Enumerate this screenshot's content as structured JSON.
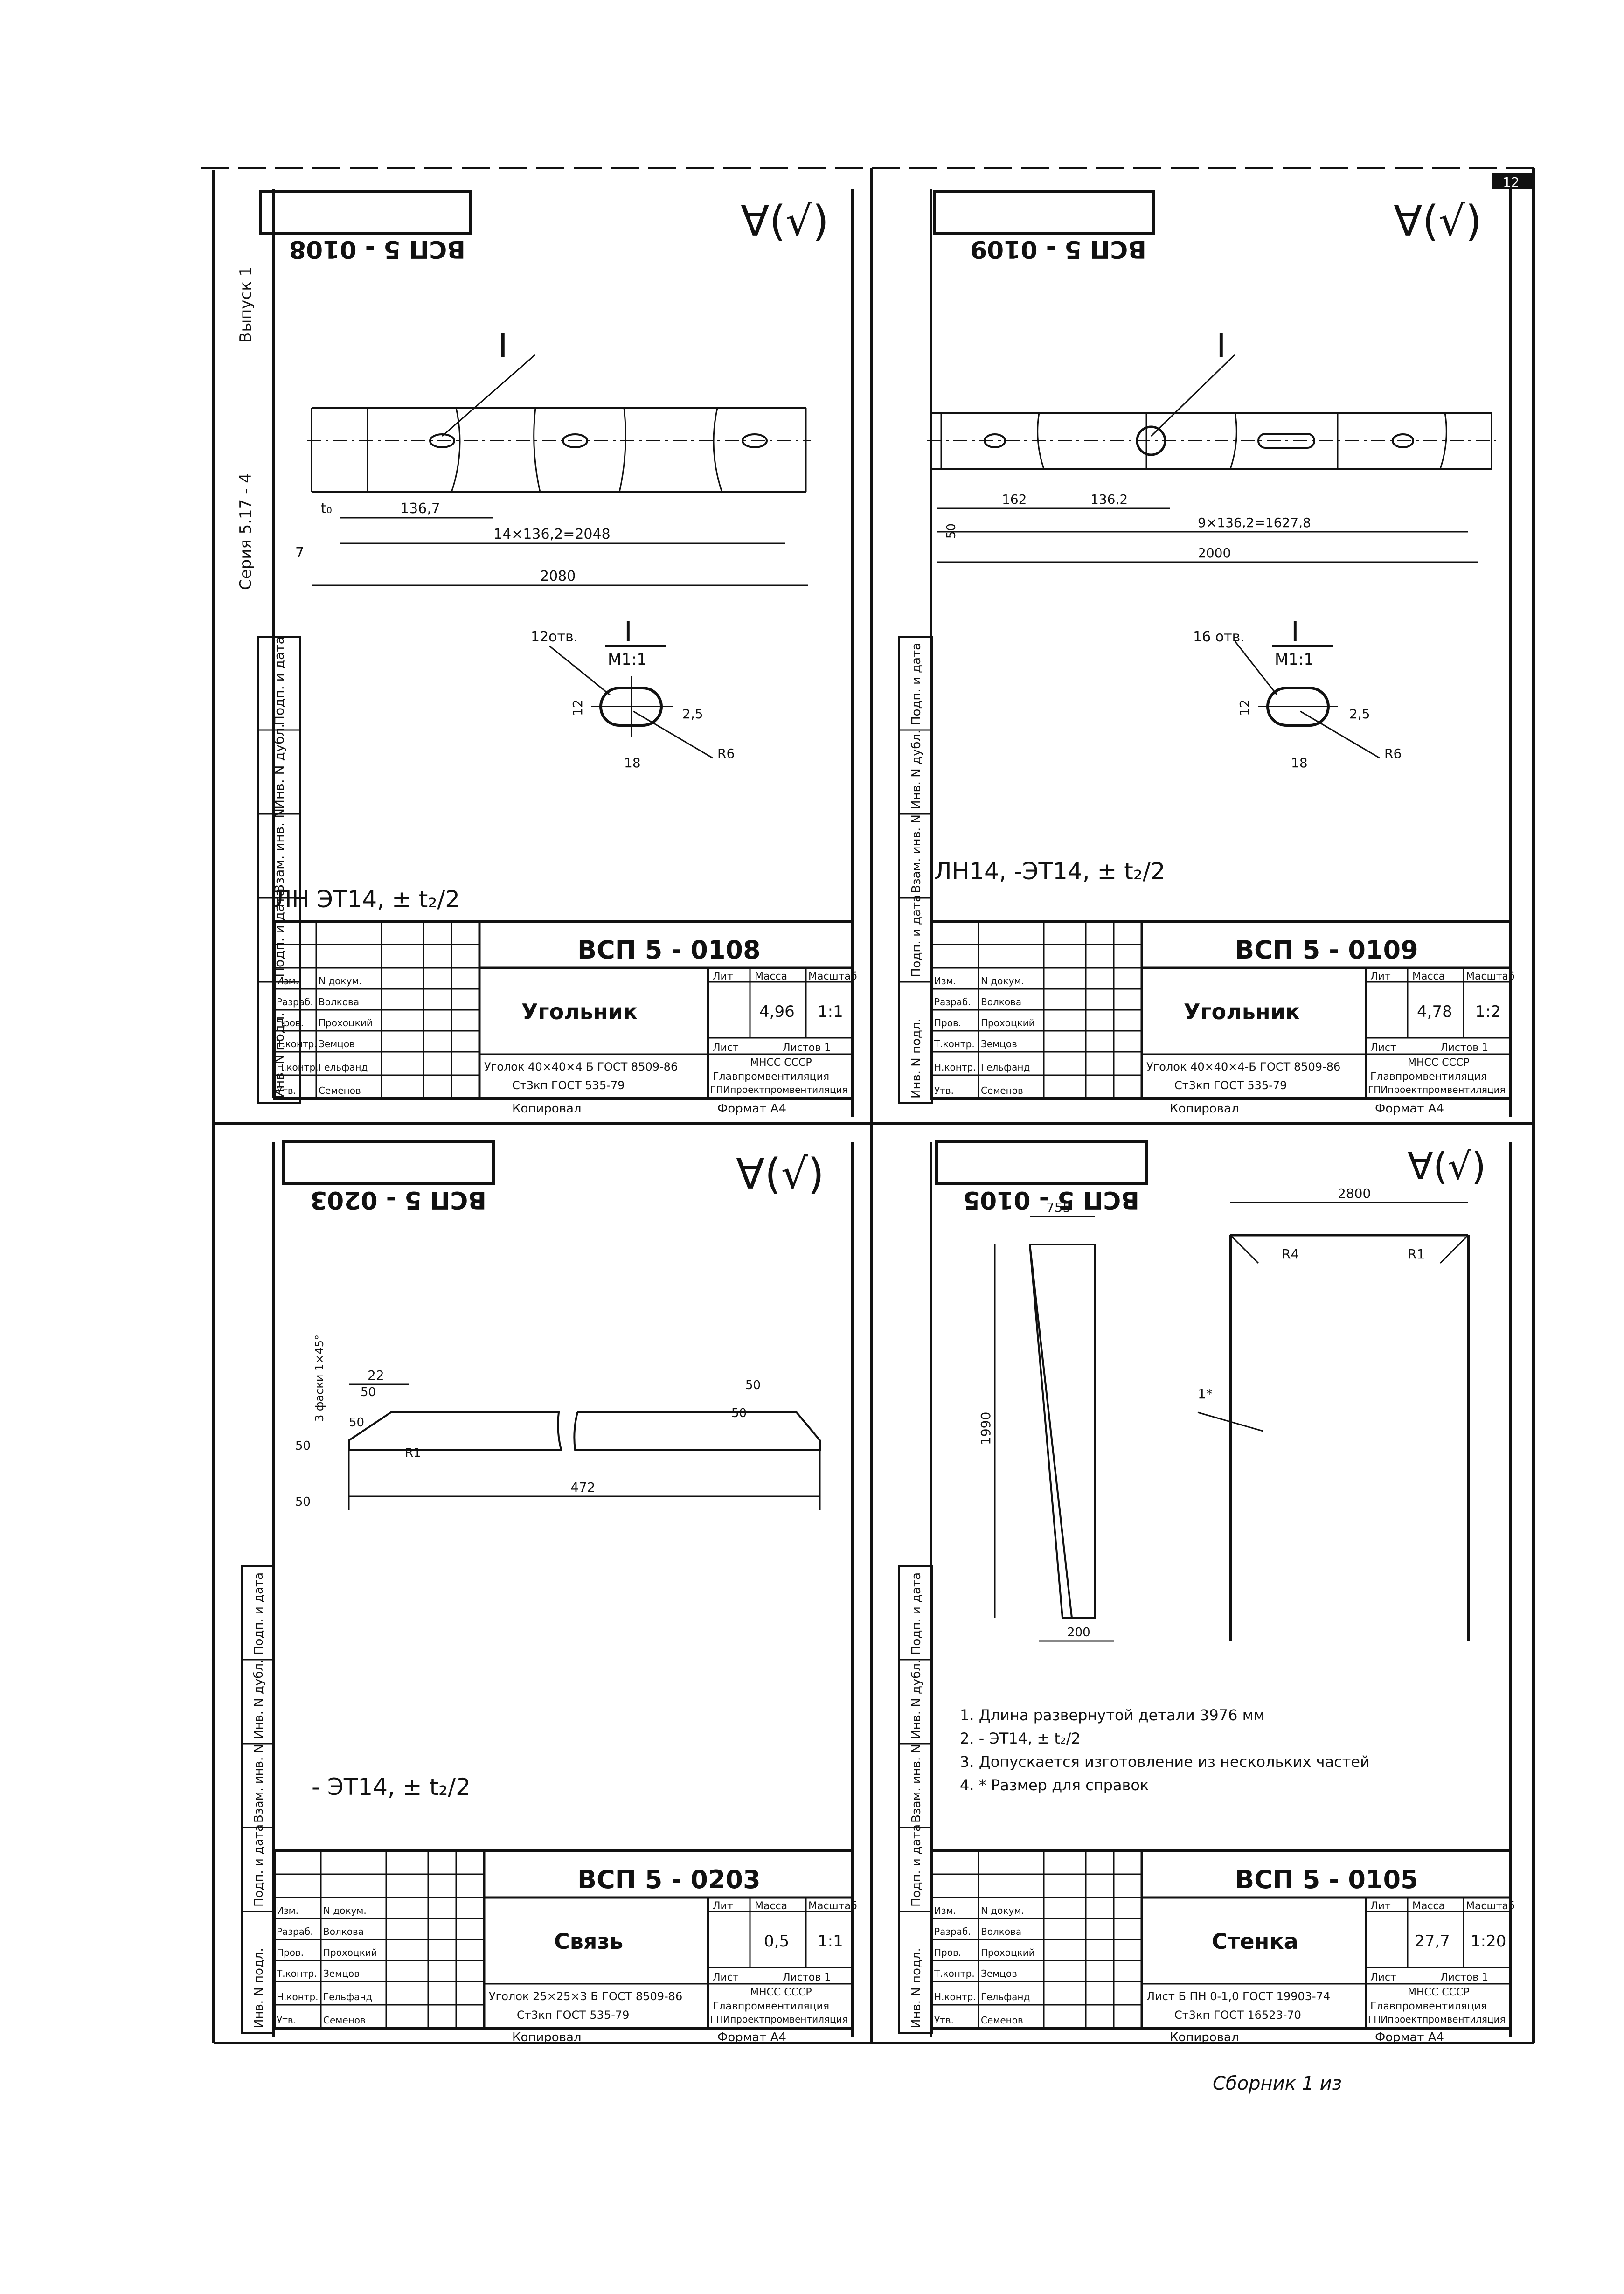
{
  "corner_mark": "12",
  "signature": "Сборник 1 из",
  "colors": {
    "ink": "#111111",
    "paper": "#ffffff"
  },
  "sheets": [
    {
      "stamp_code": "ВСП 5 - 0108",
      "mirror_code": "ВСП 5 - 0108",
      "roughness": "∀(√)",
      "side_note_1": "Серия 5.17 - 4",
      "side_note_2": "Выпуск 1",
      "left_strip": [
        "Инв. N подл.",
        "Подп. и дата",
        "Взам. инв. N",
        "Инв. N дубл.",
        "Подп. и дата"
      ],
      "drawing": {
        "section_mark": "I",
        "detail_title": "I",
        "detail_scale": "М1:1",
        "dims": [
          "t₀",
          "136,7",
          "14×136,2=2048",
          "2080",
          "7",
          "12отв.",
          "12",
          "18",
          "2,5",
          "R6"
        ]
      },
      "note": "ЛН ЭТ14, ± t₂/2",
      "title_block": {
        "code": "ВСП 5 - 0108",
        "name": "Угольник",
        "col_lit": "Лит",
        "col_mass": "Масса",
        "col_scale": "Масштаб",
        "mass": "4,96",
        "scale": "1:1",
        "sheet": "Лист",
        "sheets": "Листов 1",
        "roles": [
          "Изм.",
          "Разраб.",
          "Пров.",
          "Т.контр.",
          "Н.контр.",
          "Утв."
        ],
        "names": [
          "N докум.",
          "Волкова",
          "Прохоцкий",
          "Земцов",
          "Гельфанд",
          "Семенов"
        ],
        "material_1": "Уголок 40×40×4 Б ГОСТ 8509-86",
        "material_2": "Ст3кп ГОСТ 535-79",
        "org_1": "МНСС СССР",
        "org_2": "Главпромвентиляция",
        "org_3": "ГПИпроектпромвентиляция",
        "copied": "Копировал",
        "format": "Формат А4"
      }
    },
    {
      "stamp_code": "ВСП 5 - 0109",
      "mirror_code": "ВСП 5 - 0109",
      "roughness": "∀(√)",
      "left_strip": [
        "Инв. N подл.",
        "Подп. и дата",
        "Взам. инв. N",
        "Инв. N дубл.",
        "Подп. и дата"
      ],
      "drawing": {
        "section_mark": "I",
        "detail_title": "I",
        "detail_scale": "М1:1",
        "dims": [
          "50",
          "162",
          "136,2",
          "9×136,2=1627,8",
          "2000",
          "16 отв.",
          "12",
          "18",
          "2,5",
          "R6"
        ]
      },
      "note": "ЛН14, -ЭТ14, ± t₂/2",
      "title_block": {
        "code": "ВСП 5 - 0109",
        "name": "Угольник",
        "col_lit": "Лит",
        "col_mass": "Масса",
        "col_scale": "Масштаб",
        "mass": "4,78",
        "scale": "1:2",
        "sheet": "Лист",
        "sheets": "Листов 1",
        "roles": [
          "Изм.",
          "Разраб.",
          "Пров.",
          "Т.контр.",
          "Н.контр.",
          "Утв."
        ],
        "names": [
          "N докум.",
          "Волкова",
          "Прохоцкий",
          "Земцов",
          "Гельфанд",
          "Семенов"
        ],
        "material_1": "Уголок 40×40×4-Б ГОСТ 8509-86",
        "material_2": "Ст3кп ГОСТ 535-79",
        "org_1": "МНСС СССР",
        "org_2": "Главпромвентиляция",
        "org_3": "ГПИпроектпромвентиляция",
        "copied": "Копировал",
        "format": "Формат А4"
      }
    },
    {
      "stamp_code": "ВСП 5 - 0203",
      "mirror_code": "ВСП 5 - 0203",
      "roughness": "∀(√)",
      "left_strip": [
        "Инв. N подл.",
        "Подп. и дата",
        "Взам. инв. N",
        "Инв. N дубл.",
        "Подп. и дата"
      ],
      "drawing": {
        "dims": [
          "22",
          "3 фаски 1×45°",
          "50",
          "50",
          "R1",
          "50",
          "472",
          "50",
          "50",
          "50"
        ]
      },
      "note": "- ЭТ14, ± t₂/2",
      "title_block": {
        "code": "ВСП 5 - 0203",
        "name": "Связь",
        "col_lit": "Лит",
        "col_mass": "Масса",
        "col_scale": "Масштаб",
        "mass": "0,5",
        "scale": "1:1",
        "sheet": "Лист",
        "sheets": "Листов 1",
        "roles": [
          "Изм.",
          "Разраб.",
          "Пров.",
          "Т.контр.",
          "Н.контр.",
          "Утв."
        ],
        "names": [
          "N докум.",
          "Волкова",
          "Прохоцкий",
          "Земцов",
          "Гельфанд",
          "Семенов"
        ],
        "material_1": "Уголок 25×25×3 Б ГОСТ 8509-86",
        "material_2": "Ст3кп ГОСТ 535-79",
        "org_1": "МНСС СССР",
        "org_2": "Главпромвентиляция",
        "org_3": "ГПИпроектпромвентиляция",
        "copied": "Копировал",
        "format": "Формат А4"
      }
    },
    {
      "stamp_code": "ВСП 5 - 0105",
      "mirror_code": "ВСП 5 - 0105",
      "roughness": "∀(√)",
      "left_strip": [
        "Инв. N подл.",
        "Подп. и дата",
        "Взам. инв. N",
        "Инв. N дубл.",
        "Подп. и дата"
      ],
      "drawing": {
        "dims": [
          "755",
          "2800",
          "1990",
          "200",
          "R4",
          "R1",
          "1*"
        ]
      },
      "notes": [
        "1. Длина развернутой детали 3976 мм",
        "2. - ЭТ14, ± t₂/2",
        "3. Допускается изготовление из нескольких частей",
        "4. * Размер для справок"
      ],
      "title_block": {
        "code": "ВСП 5 - 0105",
        "name": "Стенка",
        "col_lit": "Лит",
        "col_mass": "Масса",
        "col_scale": "Масштаб",
        "mass": "27,7",
        "scale": "1:20",
        "sheet": "Лист",
        "sheets": "Листов 1",
        "roles": [
          "Изм.",
          "Разраб.",
          "Пров.",
          "Т.контр.",
          "Н.контр.",
          "Утв."
        ],
        "names": [
          "N докум.",
          "Волкова",
          "Прохоцкий",
          "Земцов",
          "Гельфанд",
          "Семенов"
        ],
        "material_1": "Лист Б ПН 0-1,0 ГОСТ 19903-74",
        "material_2": "Ст3кп ГОСТ 16523-70",
        "org_1": "МНСС СССР",
        "org_2": "Главпромвентиляция",
        "org_3": "ГПИпроектпромвентиляция",
        "copied": "Копировал",
        "format": "Формат А4"
      }
    }
  ]
}
